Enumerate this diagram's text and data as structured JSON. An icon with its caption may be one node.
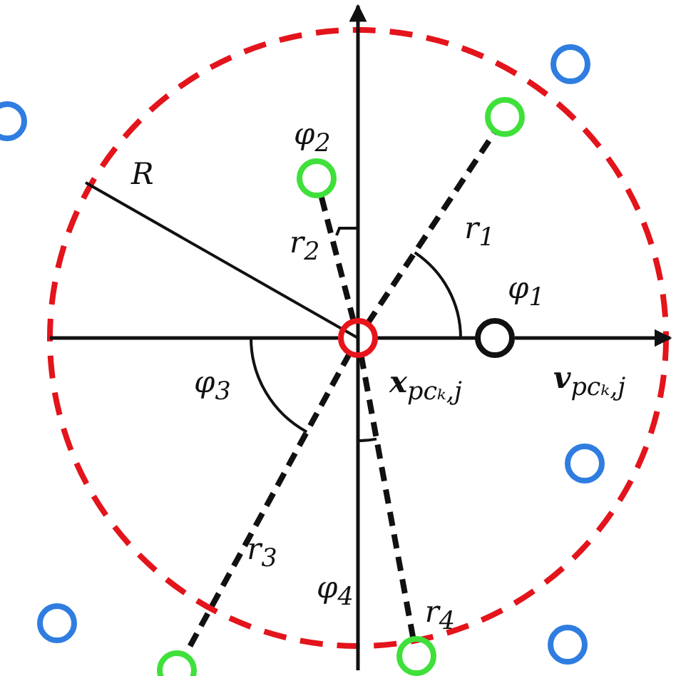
{
  "diagram": {
    "nodes": [
      {
        "text": [],
        "shape": "circle",
        "beside": [
          "**x**$_{pcₖ,j}$"
        ]
      },
      {
        "text": [],
        "shape": "circle"
      },
      {
        "text": [],
        "shape": "circle"
      },
      {
        "text": [],
        "shape": "circle"
      },
      {
        "text": [],
        "shape": "circle"
      },
      {
        "text": [],
        "shape": "circle"
      },
      {
        "text": [],
        "shape": "circle"
      },
      {
        "text": [],
        "shape": "circle"
      },
      {
        "text": [],
        "shape": "circle"
      },
      {
        "text": [],
        "shape": "circle"
      },
      {
        "text": [],
        "shape": "circle"
      }
    ],
    "edges": [
      {
        "from": 0,
        "to": 2,
        "arrow": "none",
        "style": "dashed",
        "label": "r$_{1}$"
      },
      {
        "from": 0,
        "to": 1,
        "arrow": "none",
        "style": "dashed",
        "label": "r$_{2}$"
      },
      {
        "from": 0,
        "to": 3,
        "arrow": "none",
        "style": "dashed",
        "label": "r$_{3}$"
      },
      {
        "from": 0,
        "to": 4,
        "arrow": "none",
        "style": "dashed",
        "label": "r$_{4}$"
      },
      {
        "from": 0,
        "to": 5,
        "arrow": "none"
      }
    ],
    "labels": [
      "R",
      "φ$_{2}$",
      "φ$_{1}$",
      "φ$_{3}$",
      "φ$_{4}$",
      "**v**$_{pcₖ,j}$"
    ]
  }
}
